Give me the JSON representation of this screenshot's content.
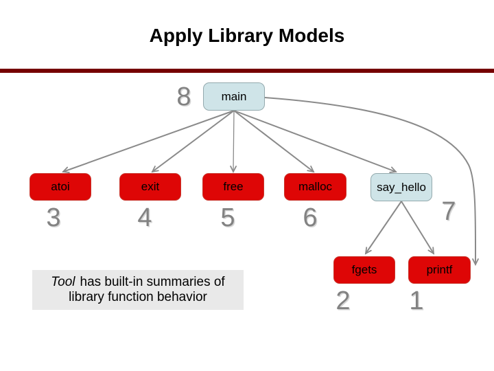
{
  "slide": {
    "title": "Apply Library Models",
    "caption": {
      "tool": "Tool",
      "line1_rest": "has built-in summaries of",
      "line2": "library function behavior"
    }
  },
  "colors": {
    "divider": "#750000",
    "library_box": "#de0606",
    "summary_box": "#cfe4e8",
    "number": "#828282",
    "edge": "#8a8a8a"
  },
  "graph": {
    "root": {
      "label": "main",
      "order": "8"
    },
    "children": [
      {
        "label": "atoi",
        "order": "3"
      },
      {
        "label": "exit",
        "order": "4"
      },
      {
        "label": "free",
        "order": "5"
      },
      {
        "label": "malloc",
        "order": "6"
      },
      {
        "label": "say_hello",
        "order": "7"
      }
    ],
    "say_hello_children": [
      {
        "label": "fgets",
        "order": "2"
      },
      {
        "label": "printf",
        "order": "1"
      }
    ]
  }
}
